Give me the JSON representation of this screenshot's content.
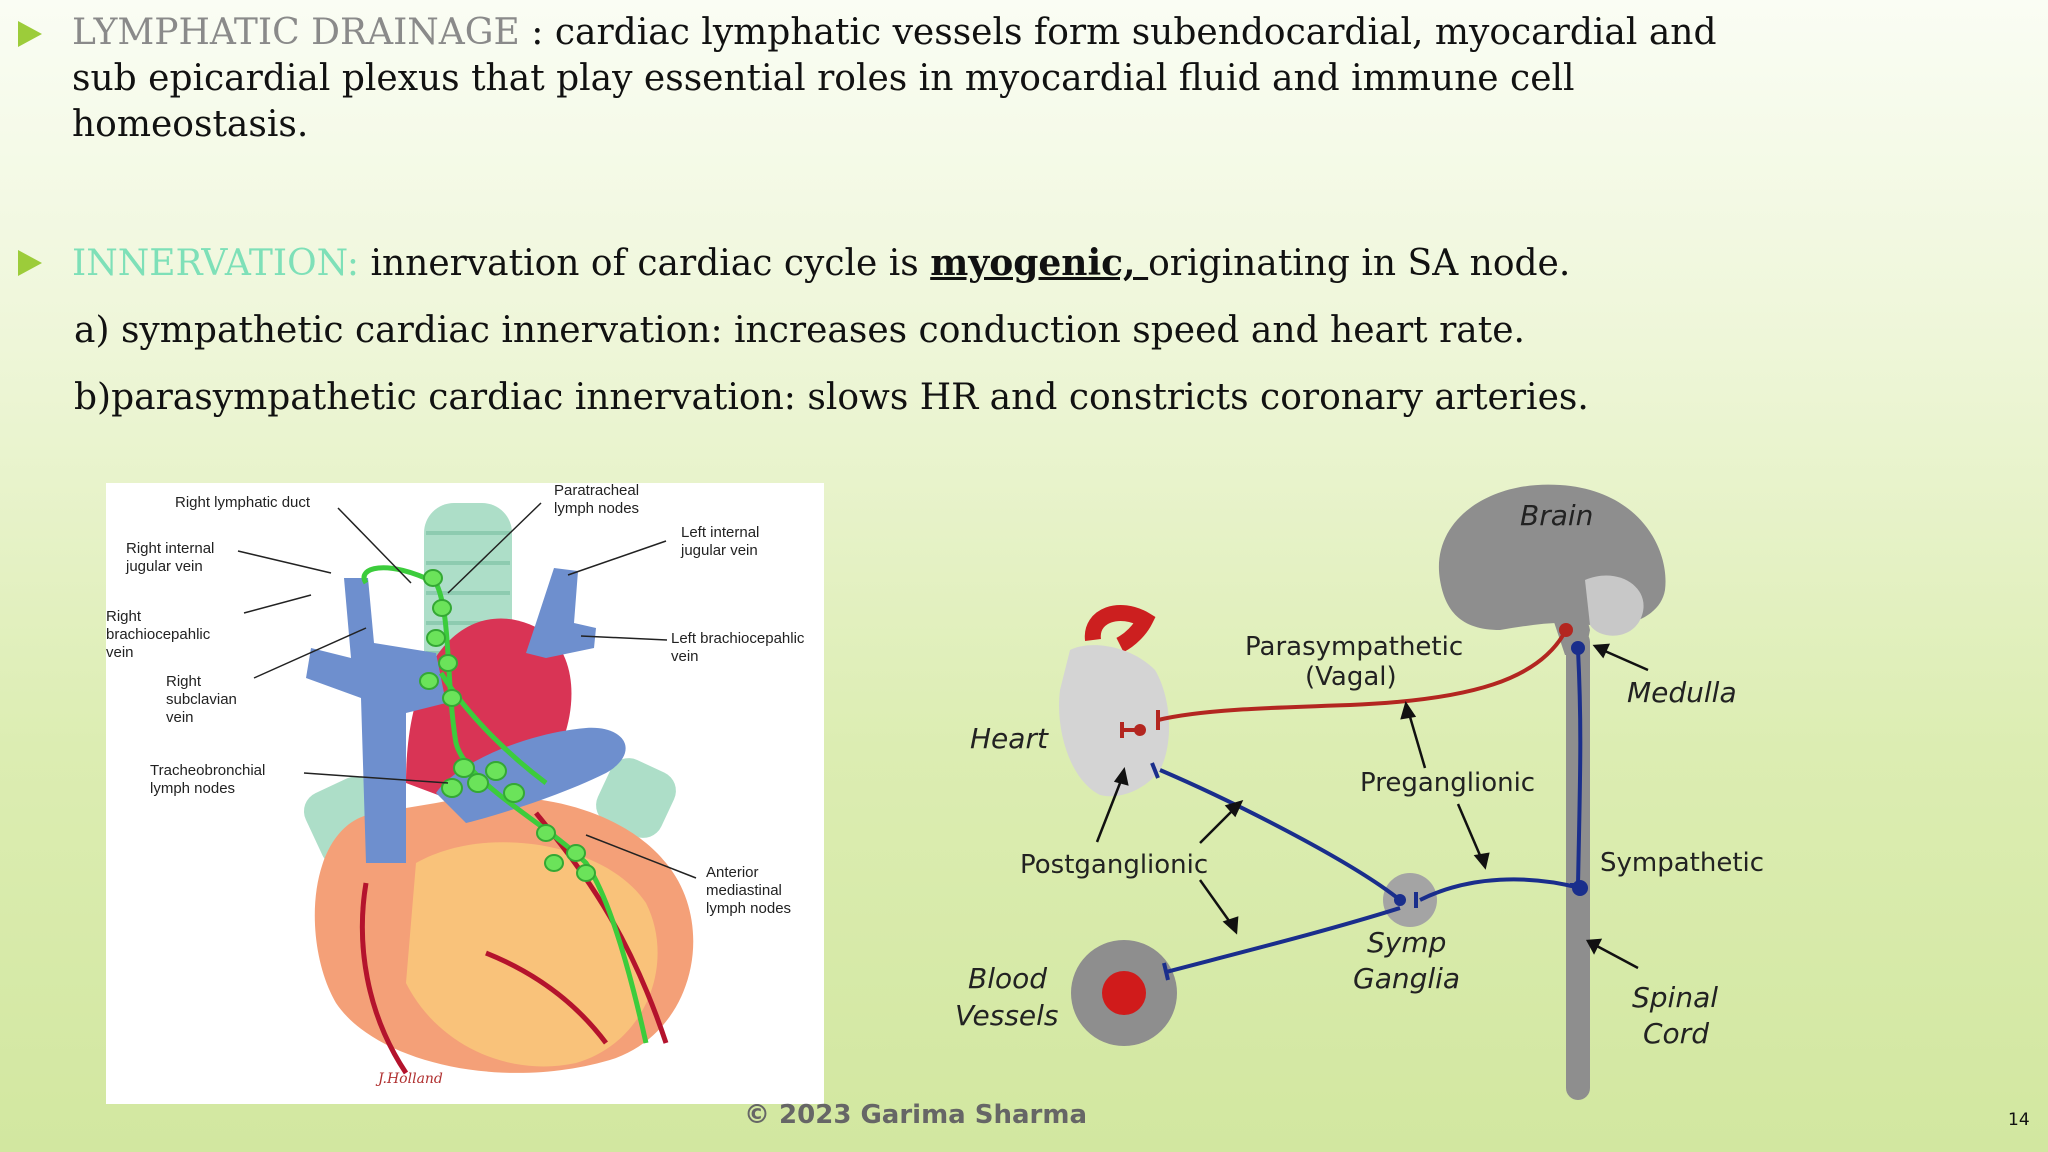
{
  "lymphatic": {
    "lead": "LYMPHATIC DRAINAGE",
    "line1": " : cardiac lymphatic vessels form subendocardial, myocardial and",
    "line2": "sub epicardial plexus that play essential roles in myocardial fluid and immune cell",
    "line3": "homeostasis."
  },
  "innervation": {
    "lead": "INNERVATION:",
    "text_before": " innervation of cardiac cycle is ",
    "underlined": "myogenic, ",
    "text_after": "originating in SA node.",
    "item_a": "a) sympathetic cardiac innervation:  increases conduction speed and heart rate.",
    "item_b": "b)parasympathetic cardiac innervation: slows HR and constricts coronary arteries."
  },
  "heart_figure": {
    "labels": {
      "right_lymphatic_duct": "Right lymphatic duct",
      "paratracheal_1": "Paratracheal",
      "paratracheal_2": "lymph nodes",
      "right_internal_1": "Right internal",
      "right_internal_2": "jugular vein",
      "left_internal_1": "Left internal",
      "left_internal_2": "jugular vein",
      "right_brachio_1": "Right",
      "right_brachio_2": "brachiocepahlic",
      "right_brachio_3": "vein",
      "left_brachio_1": "Left brachiocepahlic",
      "left_brachio_2": "vein",
      "right_subclavian_1": "Right",
      "right_subclavian_2": "subclavian",
      "right_subclavian_3": "vein",
      "tracheobronchial_1": "Tracheobronchial",
      "tracheobronchial_2": "lymph nodes",
      "anterior_1": "Anterior",
      "anterior_2": "mediastinal",
      "anterior_3": "lymph nodes",
      "signature": "J.Holland"
    }
  },
  "nerve_figure": {
    "labels": {
      "brain": "Brain",
      "medulla": "Medulla",
      "heart": "Heart",
      "parasympathetic_1": "Parasympathetic",
      "parasympathetic_2": "(Vagal)",
      "preganglionic": "Preganglionic",
      "postganglionic": "Postganglionic",
      "sympathetic": "Sympathetic",
      "symp_1": "Symp",
      "symp_2": "Ganglia",
      "blood_1": "Blood",
      "blood_2": "Vessels",
      "spinal_1": "Spinal",
      "spinal_2": "Cord"
    },
    "colors": {
      "parasympathetic": "#b32620",
      "sympathetic": "#1a2e8c",
      "tissue": "#8e8e8e"
    }
  },
  "footer": {
    "copyright": "© 2023 Garima Sharma",
    "page": "14"
  }
}
